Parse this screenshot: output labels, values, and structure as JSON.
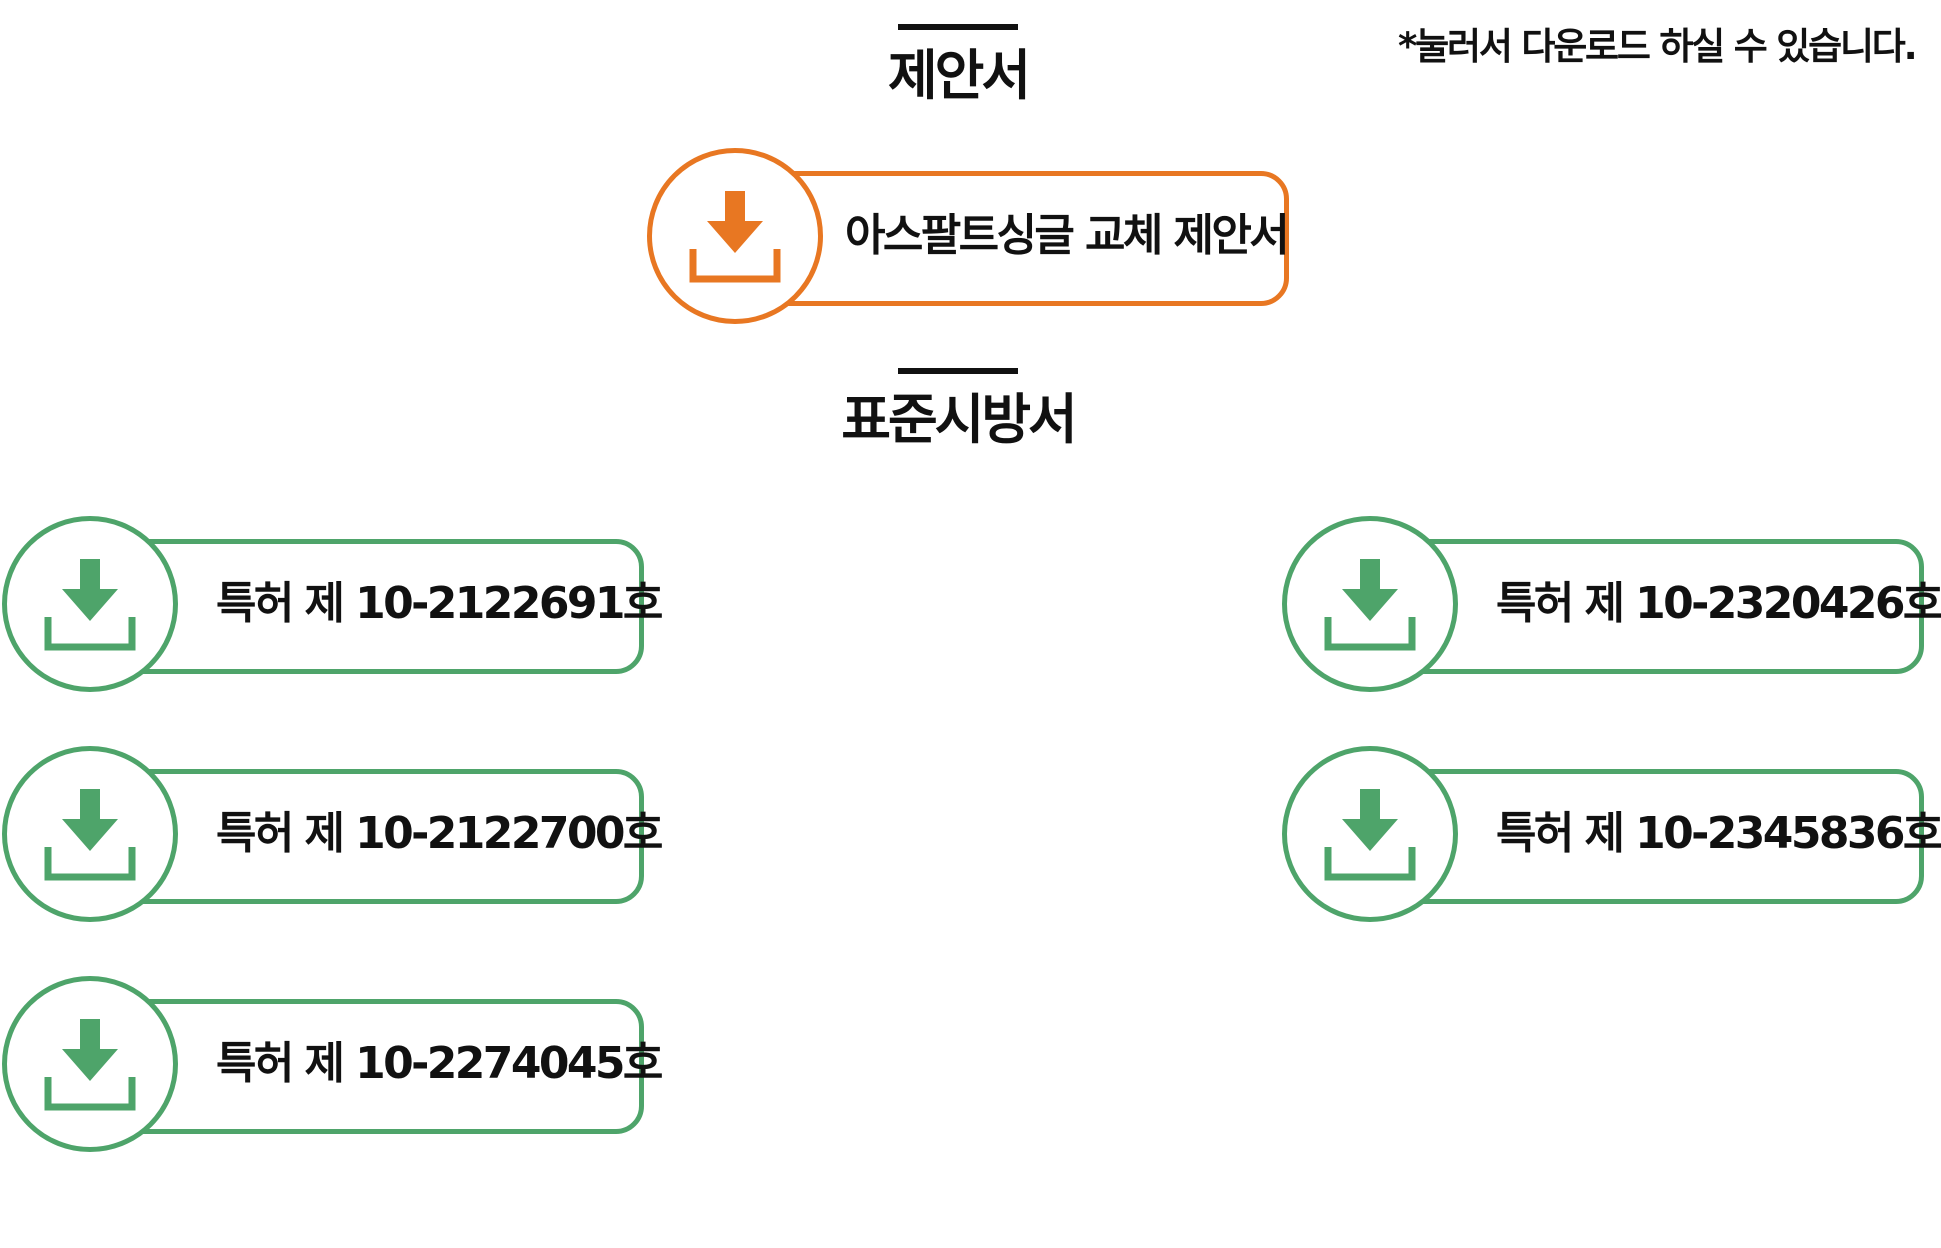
{
  "note": "*눌러서 다운로드 하실 수 있습니다.",
  "colors": {
    "proposal_accent": "#e87722",
    "spec_accent": "#4ea46a",
    "text": "#111111"
  },
  "sections": {
    "proposal": {
      "title": "제안서",
      "items": [
        {
          "label": "아스팔트싱글 교체 제안서",
          "icon": "download-icon"
        }
      ]
    },
    "spec": {
      "title": "표준시방서",
      "items": [
        {
          "label": "특허 제 10-2122691호",
          "icon": "download-icon"
        },
        {
          "label": "특허 제 10-2122700호",
          "icon": "download-icon"
        },
        {
          "label": "특허 제 10-2274045호",
          "icon": "download-icon"
        },
        {
          "label": "특허 제 10-2320426호",
          "icon": "download-icon"
        },
        {
          "label": "특허 제 10-2345836호",
          "icon": "download-icon"
        }
      ]
    }
  }
}
